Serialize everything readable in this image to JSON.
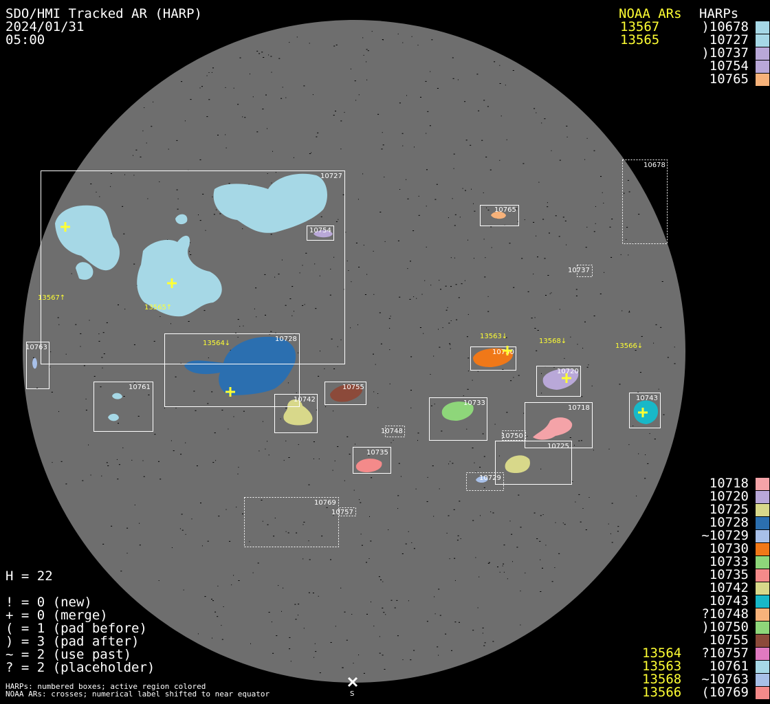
{
  "header": {
    "title": "SDO/HMI Tracked AR (HARP)",
    "date": "2024/01/31",
    "time": "05:00"
  },
  "top_right": {
    "noaa_heading": "NOAA ARs",
    "harps_heading": "HARPs",
    "noaa": [
      "13567",
      "13565"
    ],
    "harps": [
      {
        "label": ")10678",
        "color": "#a6d8e6"
      },
      {
        "label": "10727",
        "color": "#a6d8e6"
      },
      {
        "label": ")10737",
        "color": "#b9a8d8"
      },
      {
        "label": "10754",
        "color": "#b9a8d8"
      },
      {
        "label": "10765",
        "color": "#f7b27a"
      }
    ]
  },
  "bottom_right": {
    "noaa": [
      "13564",
      "13563",
      "13568",
      "13566"
    ],
    "harps": [
      {
        "label": "10718",
        "color": "#f4a3a8"
      },
      {
        "label": "10720",
        "color": "#b9a8d8"
      },
      {
        "label": "10725",
        "color": "#d8d88a"
      },
      {
        "label": "10728",
        "color": "#2b6fb0"
      },
      {
        "label": "~10729",
        "color": "#a8c0e8"
      },
      {
        "label": "10730",
        "color": "#f07818"
      },
      {
        "label": "10733",
        "color": "#8ed67a"
      },
      {
        "label": "10735",
        "color": "#f48a8a"
      },
      {
        "label": "10742",
        "color": "#d8d88a"
      },
      {
        "label": "10743",
        "color": "#18b8c8"
      },
      {
        "label": "?10748",
        "color": "#f7b27a"
      },
      {
        "label": ")10750",
        "color": "#8ed67a"
      },
      {
        "label": "10755",
        "color": "#8c4a3a"
      },
      {
        "label": "?10757",
        "color": "#e07ac0"
      },
      {
        "label": "10761",
        "color": "#a6d8e6"
      },
      {
        "label": "~10763",
        "color": "#a8c0e8"
      },
      {
        "label": "(10769",
        "color": "#f48a8a"
      }
    ]
  },
  "stats": {
    "h_line": "H = 22",
    "lines": [
      "! = 0 (new)",
      "+ = 0 (merge)",
      "( = 1 (pad before)",
      ") = 3 (pad after)",
      "~ = 2 (use past)",
      "? = 2 (placeholder)"
    ]
  },
  "footer": {
    "line1": "HARPs: numbered boxes; active region colored",
    "line2": "NOAA ARs: crosses; numerical label shifted to near equator",
    "south_label": "S"
  },
  "disk": {
    "harp_labels": {
      "h10727": "10727",
      "h10678": "10678",
      "h10765": "10765",
      "h10754": "10754",
      "h10737": "10737",
      "h10763": "10763",
      "h10728": "10728",
      "h10761": "10761",
      "h10755": "10755",
      "h10742": "10742",
      "h10730": "10730",
      "h10720": "10720",
      "h10743": "10743",
      "h10733": "10733",
      "h10718": "10718",
      "h10748": "10748",
      "h10750": "10750",
      "h10725": "10725",
      "h10735": "10735",
      "h10729": "10729",
      "h10769": "10769",
      "h10757": "10757"
    },
    "noaa_labels": {
      "n13567": "13567↑",
      "n13565": "13565↑",
      "n13564": "13564↓",
      "n13563": "13563↓",
      "n13568": "13568↓",
      "n13566": "13566↓"
    }
  }
}
